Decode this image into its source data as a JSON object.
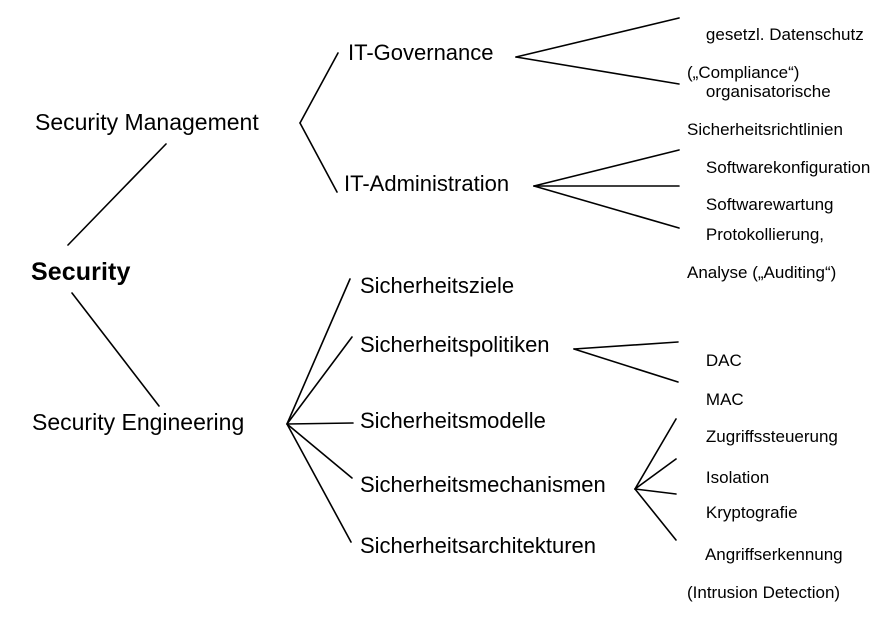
{
  "diagram": {
    "title": "Security taxonomy tree",
    "background_color": "#ffffff",
    "line_color": "#000000",
    "text_color": "#000000",
    "root": {
      "label": "Security"
    },
    "branches": [
      {
        "label": "Security Management",
        "children": [
          {
            "label": "IT-Governance",
            "leaves": [
              {
                "line1": "gesetzl. Datenschutz",
                "line2": "(„Compliance“)"
              },
              {
                "line1": "organisatorische",
                "line2": "Sicherheitsrichtlinien"
              }
            ]
          },
          {
            "label": "IT-Administration",
            "leaves": [
              {
                "line1": "Softwarekonfiguration",
                "line2": ""
              },
              {
                "line1": "Softwarewartung",
                "line2": ""
              },
              {
                "line1": "Protokollierung,",
                "line2": "Analyse („Auditing“)"
              }
            ]
          }
        ]
      },
      {
        "label": "Security Engineering",
        "children": [
          {
            "label": "Sicherheitsziele",
            "leaves": []
          },
          {
            "label": "Sicherheitspolitiken",
            "leaves": [
              {
                "line1": "DAC",
                "line2": ""
              },
              {
                "line1": "MAC",
                "line2": ""
              }
            ]
          },
          {
            "label": "Sicherheitsmodelle",
            "leaves": []
          },
          {
            "label": "Sicherheitsmechanismen",
            "leaves": [
              {
                "line1": "Zugriffssteuerung",
                "line2": ""
              },
              {
                "line1": "Isolation",
                "line2": ""
              },
              {
                "line1": "Kryptografie",
                "line2": ""
              },
              {
                "line1": "Angriffserkennung",
                "line2": "(Intrusion Detection)"
              }
            ]
          },
          {
            "label": "Sicherheitsarchitekturen",
            "leaves": []
          }
        ]
      }
    ]
  }
}
